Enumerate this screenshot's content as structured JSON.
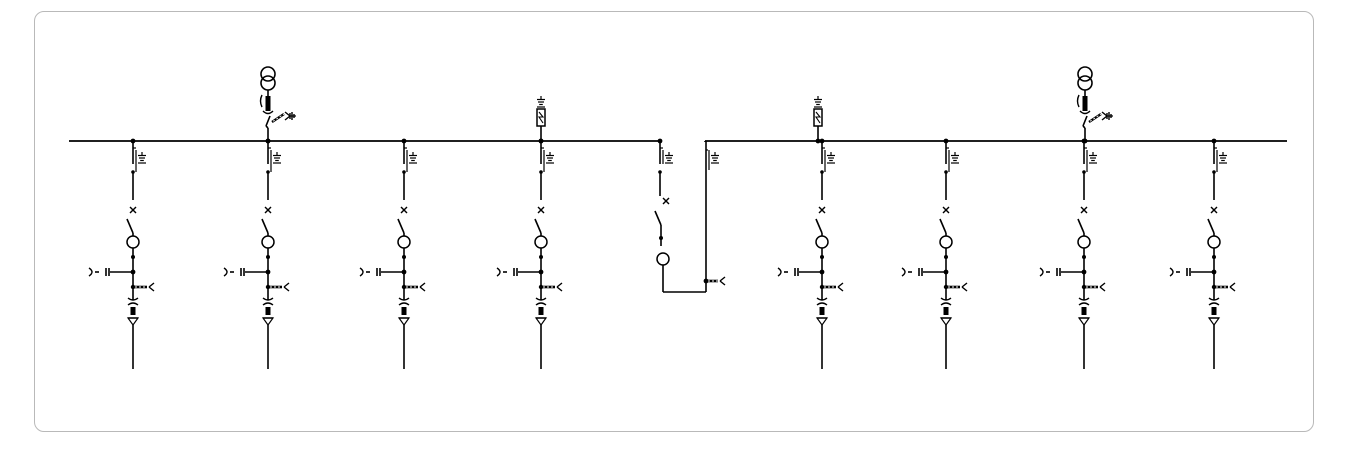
{
  "diagram": {
    "style": {
      "line_color": "#000000",
      "frame_border_color": "#b9b9b9",
      "background_color": "#ffffff"
    },
    "busbar_sections": [
      "left-busbar",
      "right-busbar"
    ],
    "feeders": [
      {
        "section": "left",
        "kind": "outgoing-feeder"
      },
      {
        "section": "left",
        "kind": "outgoing-feeder"
      },
      {
        "section": "left",
        "kind": "outgoing-feeder"
      },
      {
        "section": "left",
        "kind": "outgoing-feeder"
      },
      {
        "section": "right",
        "kind": "outgoing-feeder"
      },
      {
        "section": "right",
        "kind": "outgoing-feeder"
      },
      {
        "section": "right",
        "kind": "outgoing-feeder"
      },
      {
        "section": "right",
        "kind": "outgoing-feeder"
      }
    ],
    "bus_coupler": {
      "kind": "sectionalizer"
    },
    "auxiliary_transformers": [
      "left-aux-transformer",
      "right-aux-transformer"
    ],
    "surge_arresters": [
      "left-surge-arrester",
      "right-surge-arrester"
    ],
    "icons": [
      "transformer-icon",
      "surge-arrester-icon",
      "ground-icon",
      "circuit-breaker-icon",
      "current-transformer-icon",
      "capacitor-icon",
      "disconnector-icon",
      "cable-termination-icon"
    ]
  }
}
